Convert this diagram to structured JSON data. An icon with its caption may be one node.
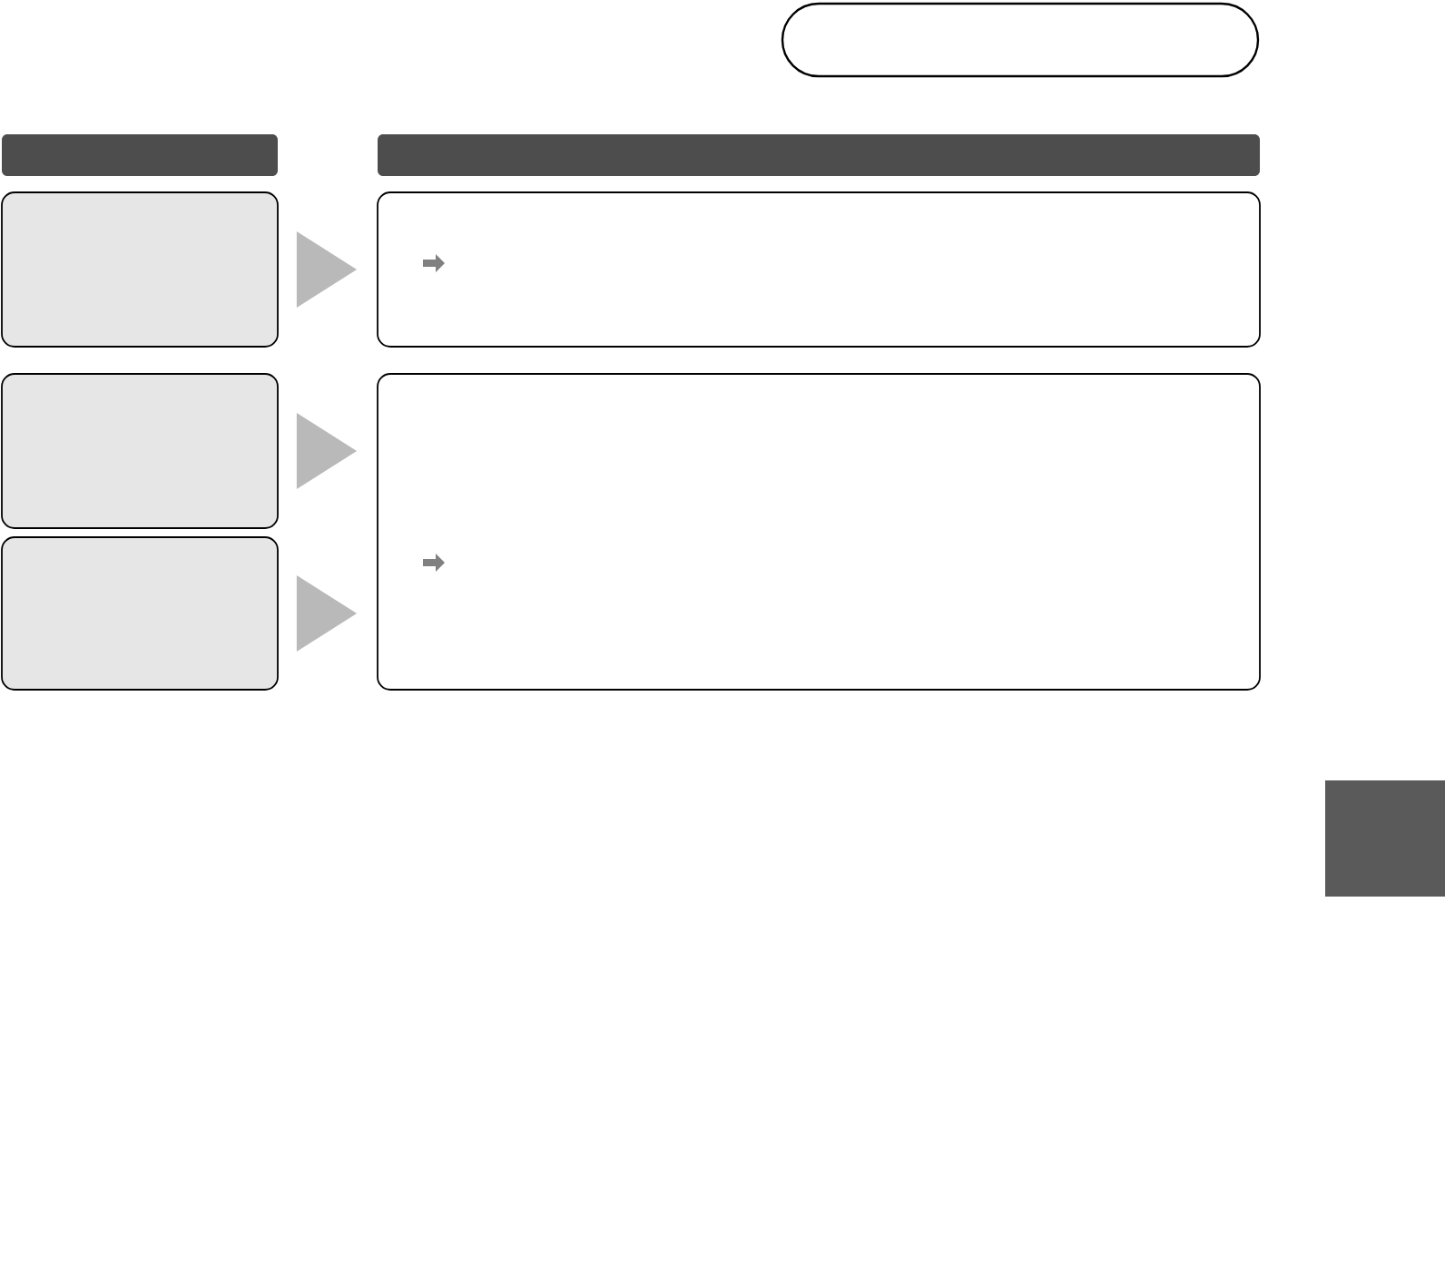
{
  "diagram": {
    "nodes": [
      {
        "text": [],
        "shape": "pill"
      },
      {
        "text": [],
        "shape": "bar"
      },
      {
        "text": [],
        "shape": "bar"
      },
      {
        "text": [],
        "shape": "box"
      },
      {
        "text": [],
        "shape": "box"
      },
      {
        "text": [],
        "shape": "box"
      },
      {
        "text": [],
        "shape": "box"
      },
      {
        "text": [],
        "shape": "box"
      },
      {
        "text": [],
        "shape": "box"
      }
    ],
    "edges": [
      {
        "from": 3,
        "to": 4,
        "arrow": "to"
      },
      {
        "from": 5,
        "to": 6,
        "arrow": "to"
      },
      {
        "from": 7,
        "to": 6,
        "arrow": "to"
      }
    ]
  }
}
